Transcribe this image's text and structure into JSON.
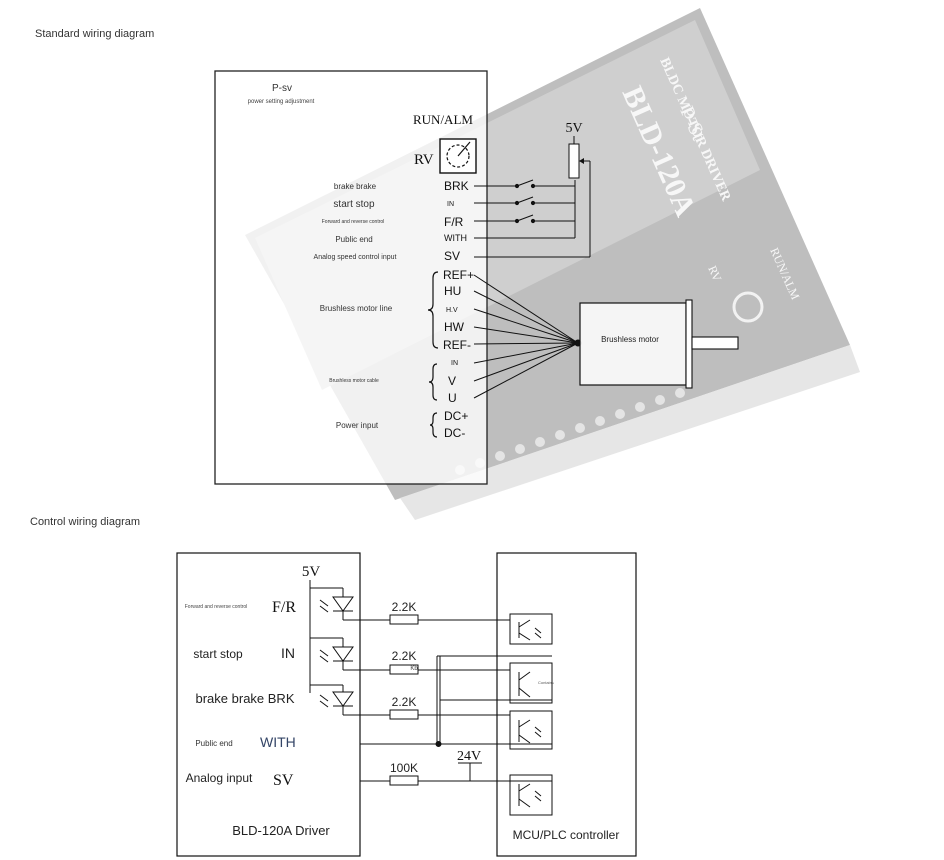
{
  "sections": {
    "standard_title": "Standard wiring diagram",
    "control_title": "Control wiring diagram"
  },
  "standard": {
    "psv_label": "P-sv",
    "psv_sub": "power setting adjustment",
    "run_alm": "RUN/ALM",
    "rv": "RV",
    "v5": "5V",
    "left_labels": {
      "brake": "brake brake",
      "start_stop": "start stop",
      "fr_desc": "Forward and reverse control",
      "public_end": "Public end",
      "analog": "Analog speed control input",
      "motor_line": "Brushless motor line",
      "motor_cable": "Brushless motor cable",
      "power_input": "Power input"
    },
    "terminals": {
      "brk": "BRK",
      "in1": "IN",
      "fr": "F/R",
      "with": "WITH",
      "sv": "SV",
      "ref_plus": "REF+",
      "hu": "HU",
      "hv": "H.V",
      "hw": "HW",
      "ref_minus": "REF-",
      "in2": "IN",
      "v": "V",
      "u": "U",
      "dc_plus": "DC+",
      "dc_minus": "DC-"
    },
    "motor_label": "Brushless motor",
    "photo": {
      "top_label": "P-St",
      "model": "BLD-120A",
      "subtitle": "BLDC MOTOR DRIVER",
      "run_alm": "RUN/ALM",
      "rv": "RV"
    }
  },
  "control": {
    "v5": "5V",
    "fr_desc": "Forward and reverse control",
    "fr": "F/R",
    "start_stop": "start stop",
    "in": "IN",
    "brake": "brake brake BRK",
    "public_end": "Public end",
    "with": "WITH",
    "analog": "Analog input",
    "sv": "SV",
    "driver_label": "BLD-120A Driver",
    "r1": "2.2K",
    "r2": "2.2K",
    "r2_sub": "Kb",
    "r3": "2.2K",
    "r4": "100K",
    "v24": "24V",
    "controller_label": "MCU/PLC controller",
    "opto_small": "Contains"
  }
}
